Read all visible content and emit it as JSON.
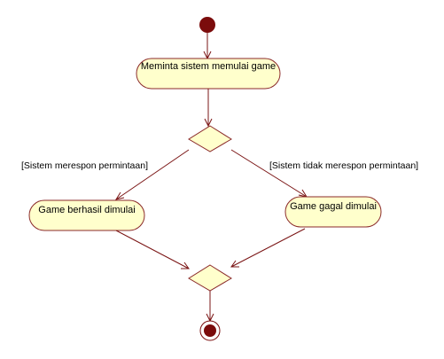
{
  "colors": {
    "node_fill": "#ffffcc",
    "node_stroke": "#8b2a2a",
    "edge": "#7a1414",
    "initial_node": "#7b0c0c"
  },
  "nodes": {
    "action_request": "Meminta sistem memulai game",
    "action_success": "Game berhasil dimulai",
    "action_failed": "Game gagal dimulai"
  },
  "guards": {
    "left": "[Sistem merespon permintaan]",
    "right": "[Sistem tidak merespon permintaan]"
  }
}
